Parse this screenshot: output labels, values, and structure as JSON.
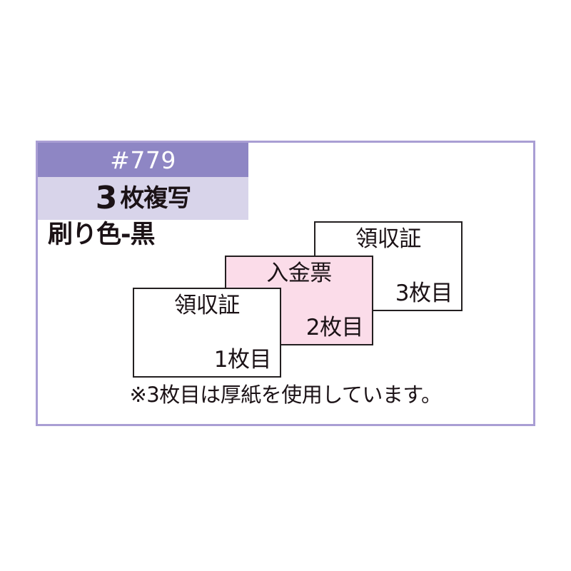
{
  "product_card": {
    "code_label": "#779",
    "copies": {
      "count": "3",
      "label": "枚複写"
    },
    "ink_color": "刷り色-黒",
    "sheets": [
      {
        "title": "領収証",
        "order": "3枚目",
        "color": "#ffffff"
      },
      {
        "title": "入金票",
        "order": "2枚目",
        "color": "#fbdce9"
      },
      {
        "title": "領収証",
        "order": "1枚目",
        "color": "#ffffff"
      }
    ],
    "footnote": "※3枚目は厚紙を使用しています。",
    "colors": {
      "border": "#a99ed4",
      "code_band": "#8e86c4",
      "copies_band": "#d8d4ea",
      "sheet_pink": "#fbdce9",
      "text": "#1b1216"
    }
  }
}
